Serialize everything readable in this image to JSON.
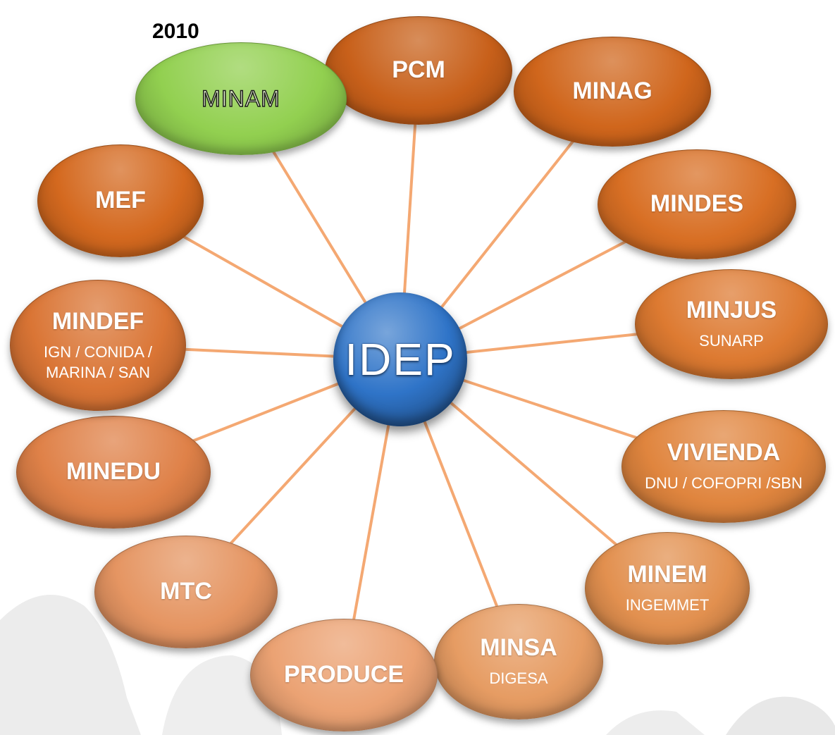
{
  "year": "2010",
  "center": {
    "label": "IDEP",
    "color": "#2f74c8"
  },
  "nodes": [
    {
      "id": "pcm",
      "label": "PCM",
      "sub": "",
      "color": "#c8601a"
    },
    {
      "id": "minag",
      "label": "MINAG",
      "sub": "",
      "color": "#d0661c"
    },
    {
      "id": "mindes",
      "label": "MINDES",
      "sub": "",
      "color": "#d86f24"
    },
    {
      "id": "minjus",
      "label": "MINJUS",
      "sub": "SUNARP",
      "color": "#dd7a31"
    },
    {
      "id": "vivienda",
      "label": "VIVIENDA",
      "sub": "DNU / COFOPRI /SBN",
      "color": "#e0853e"
    },
    {
      "id": "minem",
      "label": "MINEM",
      "sub": "INGEMMET",
      "color": "#e2904f"
    },
    {
      "id": "minsa",
      "label": "MINSA",
      "sub": "DIGESA",
      "color": "#e69c63"
    },
    {
      "id": "produce",
      "label": "PRODUCE",
      "sub": "",
      "color": "#eba273"
    },
    {
      "id": "mtc",
      "label": "MTC",
      "sub": "",
      "color": "#e59562"
    },
    {
      "id": "minedu",
      "label": "MINEDU",
      "sub": "",
      "color": "#df8148"
    },
    {
      "id": "mindef",
      "label": "MINDEF",
      "sub": "IGN / CONIDA / MARINA / SAN",
      "color": "#da7535"
    },
    {
      "id": "mef",
      "label": "MEF",
      "sub": "",
      "color": "#d4691f"
    },
    {
      "id": "minam",
      "label": "MINAM",
      "sub": "",
      "color": "#92d050"
    }
  ],
  "colors": {
    "connector": "#f4a872",
    "background_deco": "#e6e6e6"
  }
}
